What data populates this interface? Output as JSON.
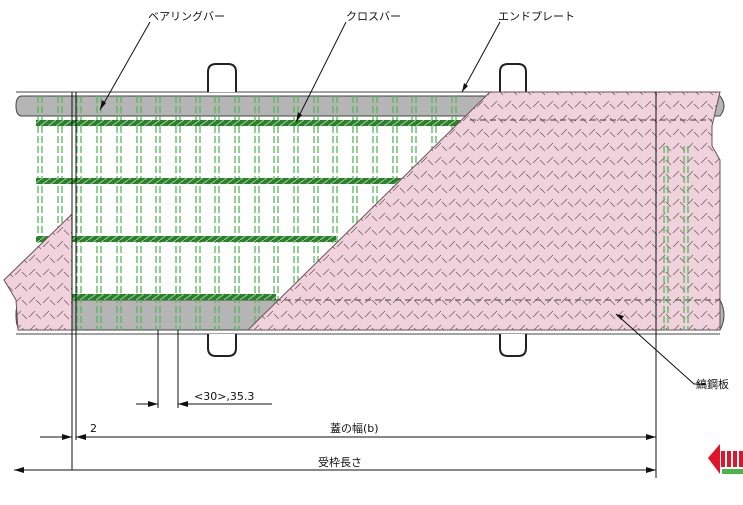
{
  "labels": {
    "bearing_bar": "ベアリングバー",
    "cross_bar": "クロスバー",
    "end_plate": "エンドプレート",
    "checkered_plate": "縞鋼板"
  },
  "dimensions": {
    "pitch": "<30>,35.3",
    "gap": "2",
    "cover_width": "蓋の幅(b)",
    "frame_length": "受枠長さ"
  },
  "colors": {
    "frame_gray": "#b5b5b5",
    "plate_pink": "#f0d2dc",
    "cross_bar_green": "#2f7d2f",
    "bearing_bar_green": "#57b85a",
    "arrow_red": "#e0142a",
    "arrow_green": "#49b548"
  },
  "icons": {
    "next_arrow": "red-left-arrow-icon"
  }
}
